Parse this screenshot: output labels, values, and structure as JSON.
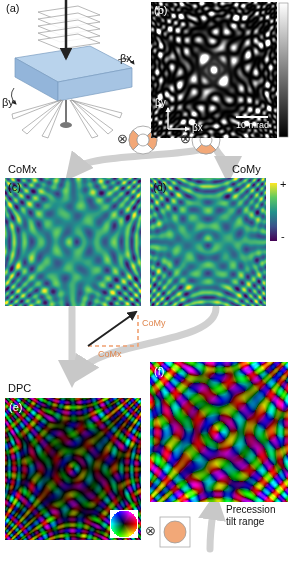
{
  "diagram": {
    "labels": [
      "(a)",
      "βy",
      "βx",
      "(b)",
      "βy",
      "βx",
      "10 mrad",
      "⊗",
      "⊗",
      "CoMx",
      "CoMy",
      "(c)",
      "(d)",
      "+",
      "-",
      "CoMy",
      "CoMx",
      "DPC",
      "(e)",
      "(f)",
      "⊗",
      "Precession tilt range"
    ]
  }
}
